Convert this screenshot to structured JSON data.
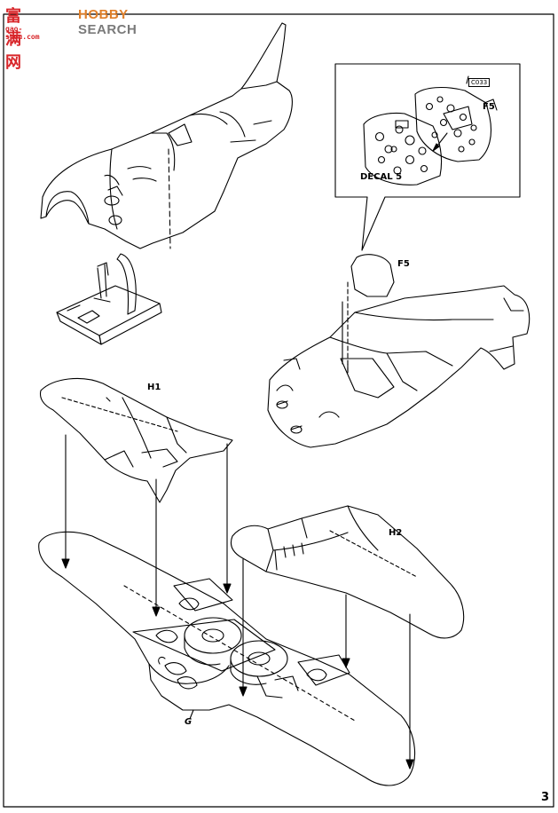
{
  "watermark": {
    "logo_cn": "富满网",
    "logo_en_a": "HOBBY",
    "logo_en_b": "SEARCH",
    "site": "gao-shou.com"
  },
  "labels": {
    "h1": "H1",
    "h2": "H2",
    "f5_inset": "F5",
    "f5_main": "F5",
    "decal": "DECAL 5",
    "code": "C033",
    "g": "G"
  },
  "page_number": "3"
}
